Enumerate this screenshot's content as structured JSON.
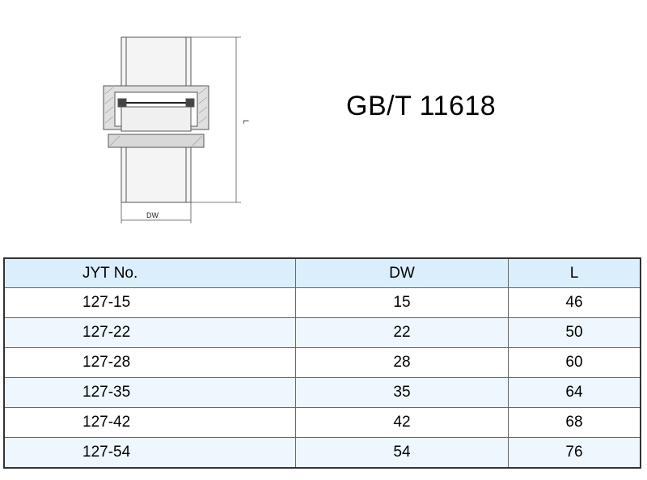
{
  "drawing": {
    "label_dw": "DW",
    "label_l": "L"
  },
  "title": "GB/T 11618",
  "table": {
    "headers": [
      "JYT No.",
      "DW",
      "L"
    ],
    "rows": [
      [
        "127-15",
        "15",
        "46"
      ],
      [
        "127-22",
        "22",
        "50"
      ],
      [
        "127-28",
        "28",
        "60"
      ],
      [
        "127-35",
        "35",
        "64"
      ],
      [
        "127-42",
        "42",
        "68"
      ],
      [
        "127-54",
        "54",
        "76"
      ]
    ]
  }
}
